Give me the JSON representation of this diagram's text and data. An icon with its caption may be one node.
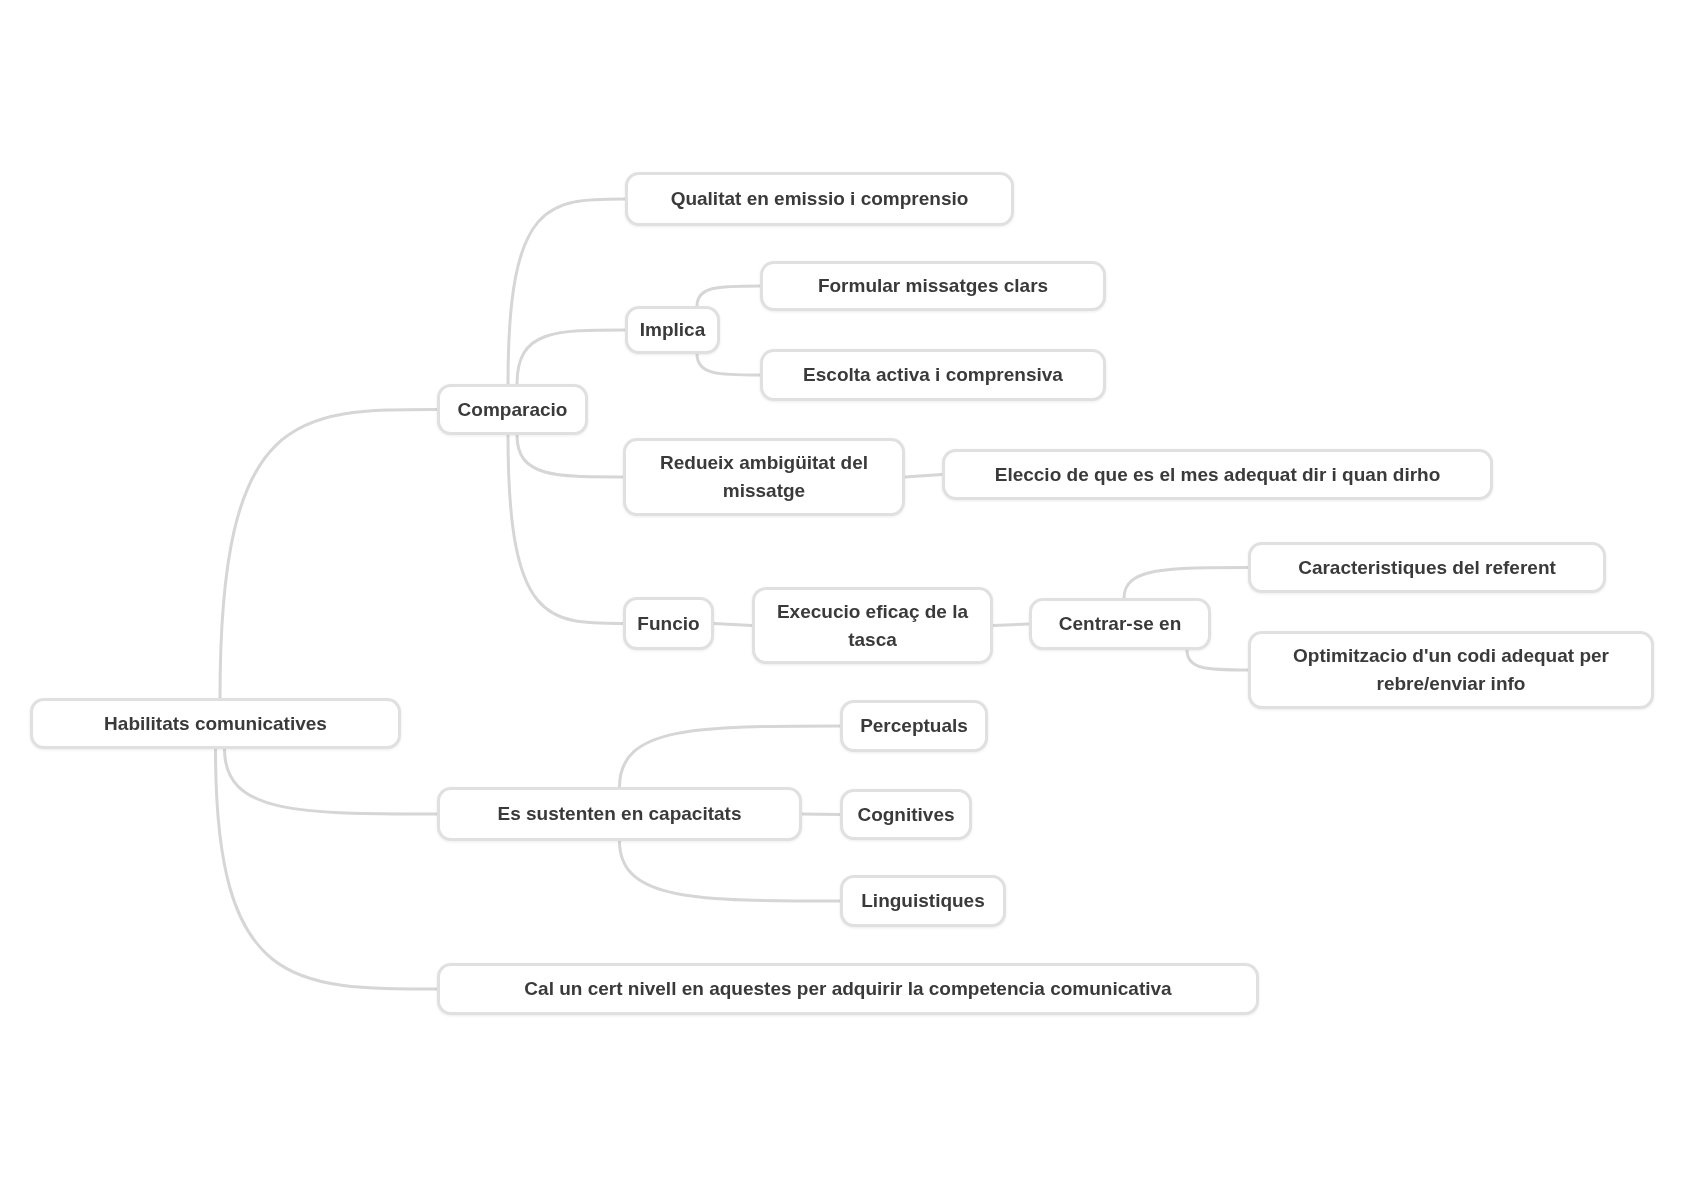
{
  "diagram": {
    "nodes": [
      {
        "text": [
          "Habilitats comunicatives"
        ]
      },
      {
        "text": [
          "Comparacio"
        ]
      },
      {
        "text": [
          "Qualitat en emissio i comprensio"
        ]
      },
      {
        "text": [
          "Implica"
        ]
      },
      {
        "text": [
          "Formular missatges clars"
        ]
      },
      {
        "text": [
          "Escolta activa i comprensiva"
        ]
      },
      {
        "text": [
          "Redueix ambigüitat del missatge"
        ]
      },
      {
        "text": [
          "Eleccio de que es el mes adequat dir i quan dirho"
        ]
      },
      {
        "text": [
          "Funcio"
        ]
      },
      {
        "text": [
          "Execucio eficaç de la tasca"
        ]
      },
      {
        "text": [
          "Centrar-se en"
        ]
      },
      {
        "text": [
          "Caracteristiques del referent"
        ]
      },
      {
        "text": [
          "Optimitzacio d'un codi adequat per rebre/enviar info"
        ]
      },
      {
        "text": [
          "Es sustenten en capacitats"
        ]
      },
      {
        "text": [
          "Perceptuals"
        ]
      },
      {
        "text": [
          "Cognitives"
        ]
      },
      {
        "text": [
          "Linguistiques"
        ]
      },
      {
        "text": [
          "Cal un cert nivell en aquestes per adquirir la competencia comunicativa"
        ]
      }
    ],
    "edges": [
      {
        "from": 0,
        "to": 1,
        "arrow": "none"
      },
      {
        "from": 0,
        "to": 13,
        "arrow": "none"
      },
      {
        "from": 0,
        "to": 17,
        "arrow": "none"
      },
      {
        "from": 1,
        "to": 2,
        "arrow": "none"
      },
      {
        "from": 1,
        "to": 3,
        "arrow": "none"
      },
      {
        "from": 1,
        "to": 6,
        "arrow": "none"
      },
      {
        "from": 1,
        "to": 8,
        "arrow": "none"
      },
      {
        "from": 3,
        "to": 4,
        "arrow": "none"
      },
      {
        "from": 3,
        "to": 5,
        "arrow": "none"
      },
      {
        "from": 6,
        "to": 7,
        "arrow": "none"
      },
      {
        "from": 8,
        "to": 9,
        "arrow": "none"
      },
      {
        "from": 9,
        "to": 10,
        "arrow": "none"
      },
      {
        "from": 10,
        "to": 11,
        "arrow": "none"
      },
      {
        "from": 10,
        "to": 12,
        "arrow": "none"
      },
      {
        "from": 13,
        "to": 14,
        "arrow": "none"
      },
      {
        "from": 13,
        "to": 15,
        "arrow": "none"
      },
      {
        "from": 13,
        "to": 16,
        "arrow": "none"
      }
    ]
  }
}
